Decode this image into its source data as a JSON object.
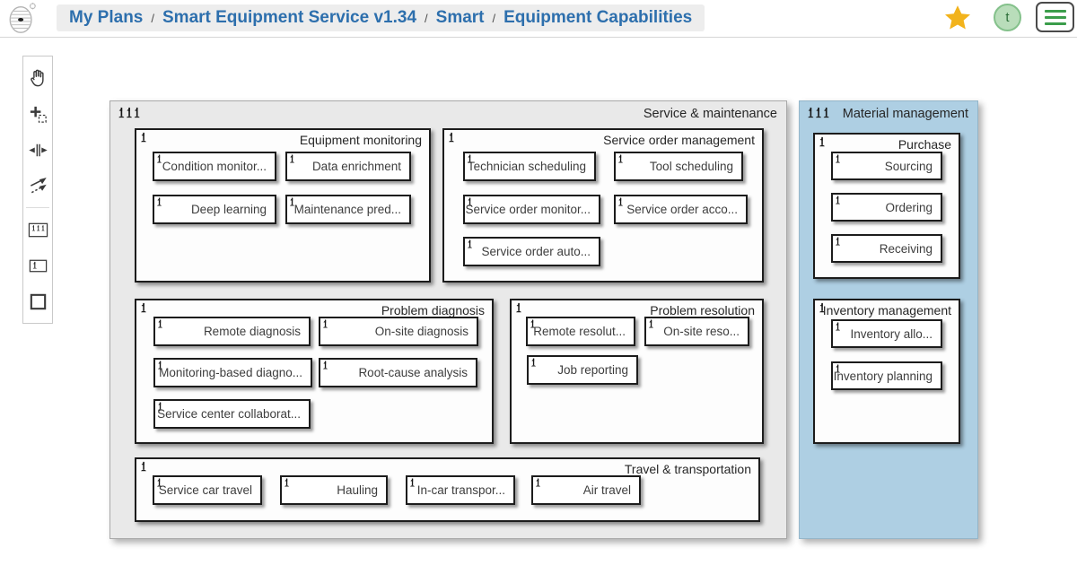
{
  "header": {
    "breadcrumb": {
      "separator": "/",
      "items": [
        "My Plans",
        "Smart Equipment Service v1.34",
        "Smart",
        "Equipment Capabilities"
      ]
    },
    "avatar_letter": "t"
  },
  "toolbar": {
    "tools": [
      "pan",
      "select-move",
      "resize-horizontal",
      "relations",
      "capability-map",
      "capability",
      "rectangle"
    ]
  },
  "colors": {
    "breadcrumb_text": "#2d6fad",
    "star": "#f2b31c",
    "menu_lines": "#3b9d4b",
    "avatar_bg": "#b9ddba",
    "service_group_bg": "#e9e9e9",
    "material_group_bg": "#aecfe3"
  },
  "diagram": {
    "groups": [
      {
        "title": "Service & maintenance",
        "clusters": [
          {
            "title": "Equipment monitoring",
            "items": [
              "Condition monitor...",
              "Data enrichment",
              "Deep learning",
              "Maintenance pred..."
            ]
          },
          {
            "title": "Service order management",
            "items": [
              "Technician scheduling",
              "Tool scheduling",
              "Service order monitor...",
              "Service order acco...",
              "Service order auto..."
            ]
          },
          {
            "title": "Problem diagnosis",
            "items": [
              "Remote diagnosis",
              "On-site diagnosis",
              "Monitoring-based diagno...",
              "Root-cause analysis",
              "Service center collaborat..."
            ]
          },
          {
            "title": "Problem resolution",
            "items": [
              "Remote resolut...",
              "On-site reso...",
              "Job reporting"
            ]
          },
          {
            "title": "Travel & transportation",
            "items": [
              "Service car travel",
              "Hauling",
              "In-car transpor...",
              "Air travel"
            ]
          }
        ]
      },
      {
        "title": "Material management",
        "clusters": [
          {
            "title": "Purchase",
            "items": [
              "Sourcing",
              "Ordering",
              "Receiving"
            ]
          },
          {
            "title": "Inventory management",
            "items": [
              "Inventory allo...",
              "Inventory planning"
            ]
          }
        ]
      }
    ]
  }
}
